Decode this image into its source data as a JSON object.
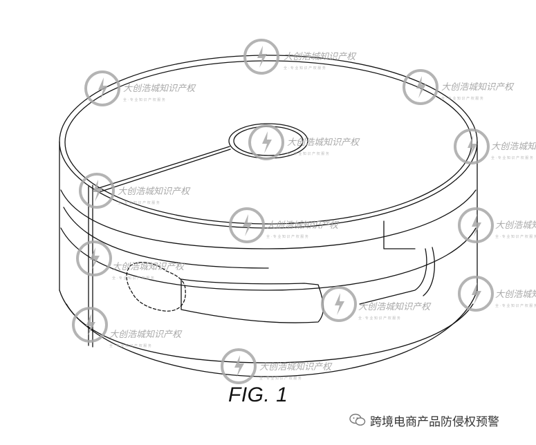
{
  "figure": {
    "caption": "FIG. 1"
  },
  "watermark": {
    "brand_text": "大创浩城知识产权",
    "sub_text": "全 · 专 业 知 识 产 权 服 务",
    "icon": "lightning-star-logo",
    "color": "#a8a8a8"
  },
  "footer": {
    "account_name": "跨境电商产品防侵权预警",
    "icon": "wechat-bubble-icon"
  }
}
